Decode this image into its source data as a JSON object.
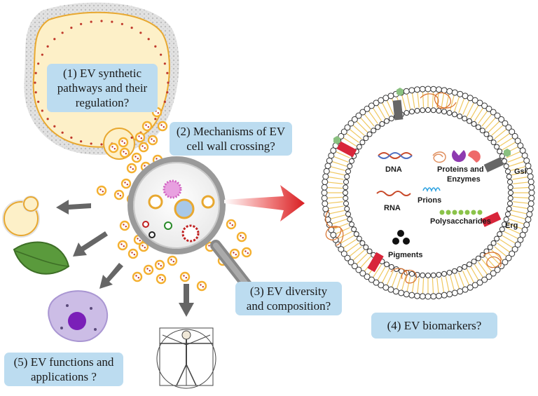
{
  "questions": {
    "q1": {
      "line1": "(1) EV synthetic",
      "line2": "pathways and their",
      "line3": "regulation?"
    },
    "q2": {
      "line1": "(2) Mechanisms of EV",
      "line2": "cell wall crossing?"
    },
    "q3": {
      "line1": "(3) EV diversity",
      "line2": "and composition?"
    },
    "q4": {
      "line1": "(4) EV biomarkers?"
    },
    "q5": {
      "line1": "(5) EV functions and",
      "line2": "applications ?"
    }
  },
  "vesicle_contents": {
    "dna": "DNA",
    "proteins_line1": "Proteins and",
    "proteins_line2": "Enzymes",
    "rna": "RNA",
    "prions": "Prions",
    "polysaccharides": "Polysaccharides",
    "pigments": "Pigments",
    "gsl": "Gsl",
    "erg": "Erg"
  },
  "colors": {
    "label_box": "#bcdcf0",
    "cell_fill": "#fdf0c8",
    "cell_membrane": "#e8a830",
    "vesicle_fill": "#f4c850",
    "big_arrow": "#e0262a",
    "gray_arrow": "#666666",
    "leaf": "#5a9a3c",
    "immune_cell": "#b9a8d8",
    "immune_nucleus": "#7a1fb8"
  },
  "icons": [
    "yeast-cell-icon",
    "magnifying-glass-icon",
    "leaf-icon",
    "immune-cell-icon",
    "vitruvian-man-icon",
    "dna-icon",
    "rna-icon",
    "protein-icon",
    "prion-icon",
    "polysaccharide-icon",
    "pigment-icon"
  ]
}
